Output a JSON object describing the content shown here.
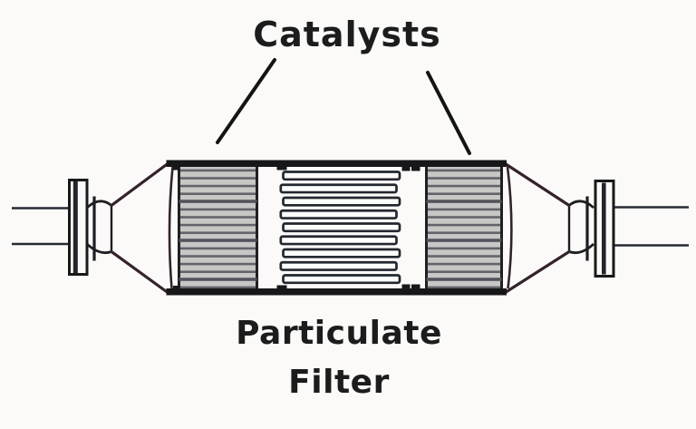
{
  "labels": {
    "catalysts": "Catalysts",
    "particulate_filter_line1": "Particulate",
    "particulate_filter_line2": "Filter"
  },
  "colors": {
    "background": "#fbfaf8",
    "ink_dark": "#17171a",
    "pipe_line": "#262a33",
    "cone_line": "#33232c",
    "catalyst_fill": "#c7c7c6",
    "catalyst_stripe_line": "#63636a",
    "filter_channel_fill": "#fcfcfa",
    "label_text": "#1c1c1c"
  }
}
